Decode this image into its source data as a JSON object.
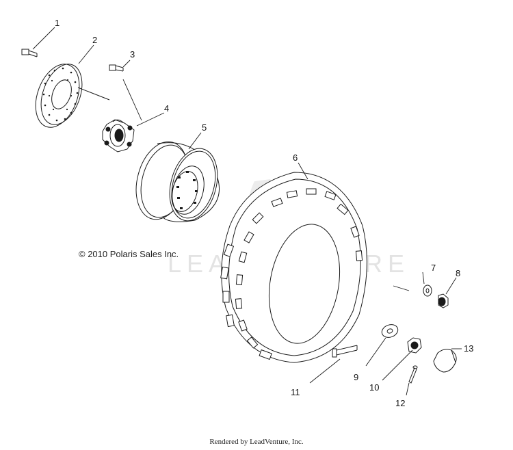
{
  "copyright": "© 2010 Polaris Sales Inc.",
  "footer": "Rendered by LeadVenture, Inc.",
  "watermark": "LEADVENTURE",
  "callouts": [
    {
      "label": "1"
    },
    {
      "label": "2"
    },
    {
      "label": "3"
    },
    {
      "label": "4"
    },
    {
      "label": "5"
    },
    {
      "label": "6"
    },
    {
      "label": "7"
    },
    {
      "label": "8"
    },
    {
      "label": "9"
    },
    {
      "label": "10"
    },
    {
      "label": "11"
    },
    {
      "label": "12"
    },
    {
      "label": "13"
    }
  ],
  "colors": {
    "line": "#1a1a1a",
    "watermark": "#e3e3e3"
  }
}
